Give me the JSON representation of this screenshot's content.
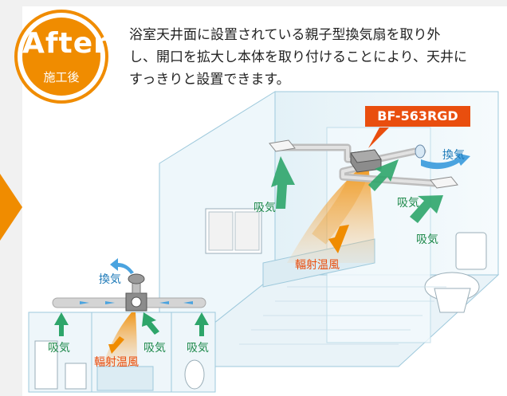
{
  "badge": {
    "title": "After",
    "subtitle": "施工後"
  },
  "description": {
    "line1": "浴室天井面に設置されている親子型換気扇を取り外",
    "line2": "し、開口を拡大し本体を取り付けることにより、天井に",
    "line3": "すっきりと設置できます。"
  },
  "model": {
    "name": "BF-563RGD"
  },
  "main_diagram": {
    "exhaust_label": "換気",
    "intake_labels": [
      "吸気",
      "吸気",
      "吸気"
    ],
    "radiant_label": "輻射温風"
  },
  "small_diagram": {
    "exhaust_label": "換気",
    "intake_labels": [
      "吸気",
      "吸気",
      "吸気"
    ],
    "radiant_label": "輻射温風"
  },
  "colors": {
    "accent": "#f08c00",
    "model_label": "#e94e0e",
    "intake_arrow": "#2ea56a",
    "exhaust_arrow": "#4aa3df",
    "duct": "#c9c9c9",
    "room_line": "#9ec9dc"
  }
}
